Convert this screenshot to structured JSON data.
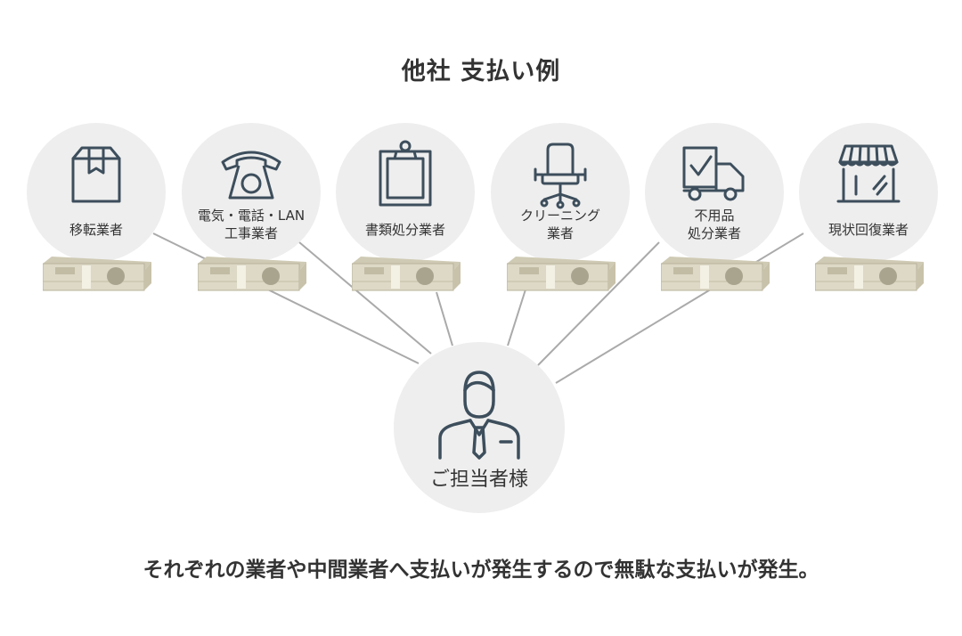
{
  "title": "他社 支払い例",
  "vendors": [
    {
      "label_lines": [
        "移転業者"
      ],
      "icon": "box-icon"
    },
    {
      "label_lines": [
        "電気・電話・LAN",
        "工事業者"
      ],
      "icon": "telephone-icon"
    },
    {
      "label_lines": [
        "書類処分業者"
      ],
      "icon": "clipboard-icon"
    },
    {
      "label_lines": [
        "クリーニング",
        "業者"
      ],
      "icon": "office-chair-icon"
    },
    {
      "label_lines": [
        "不用品",
        "処分業者"
      ],
      "icon": "delivery-truck-icon"
    },
    {
      "label_lines": [
        "現状回復業者"
      ],
      "icon": "storefront-icon"
    }
  ],
  "client": {
    "label": "ご担当者様",
    "icon": "businessman-icon"
  },
  "footer": "それぞれの業者や中間業者へ支払いが発生するので無駄な支払いが発生。",
  "colors": {
    "circle": "#eeeeee",
    "icon_stroke": "#3d4e5c",
    "connector": "#aaaaaa",
    "text": "#333333",
    "money": "#ddd9c6"
  }
}
